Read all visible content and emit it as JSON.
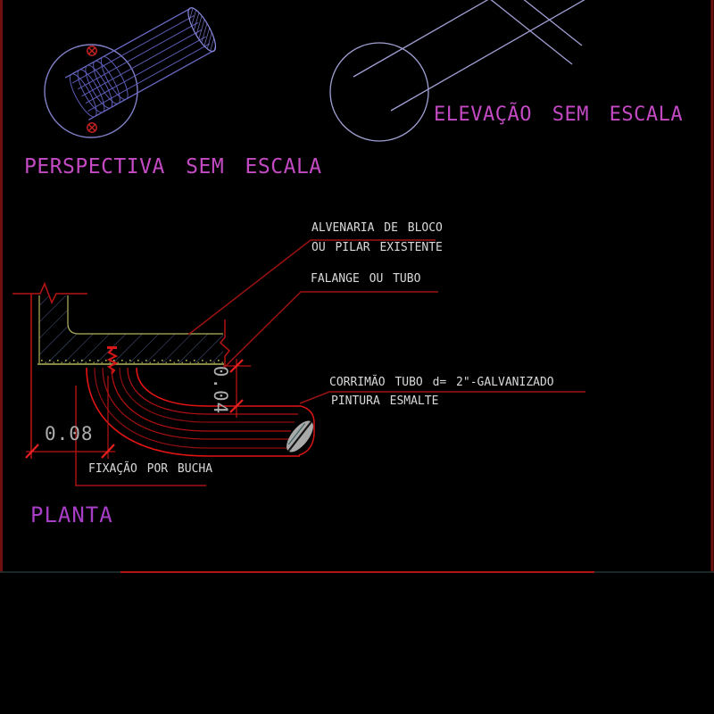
{
  "views": {
    "perspectiva": {
      "label": "PERSPECTIVA SEM ESCALA"
    },
    "elevacao": {
      "label": "ELEVAÇÃO SEM ESCALA"
    },
    "planta": {
      "label": "PLANTA"
    }
  },
  "annotations": {
    "alvenaria_line1": "ALVENARIA DE BLOCO",
    "alvenaria_line2": "OU PILAR EXISTENTE",
    "falange": "FALANGE OU TUBO",
    "corrimao_line1": "CORRIMÃO TUBO d= 2\"-GALVANIZADO",
    "corrimao_line2": "PINTURA ESMALTE",
    "fixacao": "FIXAÇÃO POR BUCHA"
  },
  "dimensions": {
    "tube_offset": "0.08",
    "wall_gap": "0.04"
  },
  "colors": {
    "background": "#000000",
    "wireframe_blue": "#6A6AC4",
    "elevation_blue": "#A0A0D4",
    "bright_red": "#E41414",
    "dark_red": "#9C1212",
    "wall_yellow": "#B4B45C",
    "hatch_blue": "#445577",
    "magenta_label": "#C44AC4",
    "planta_label": "#A83EC8",
    "dim_gray": "#ACACAC",
    "frame_teal": "#223434"
  },
  "icons": {
    "screw_top": "flange-screw",
    "screw_bottom": "flange-screw",
    "anchor": "wall-anchor-bucha",
    "break_marks": "pipe-break"
  }
}
